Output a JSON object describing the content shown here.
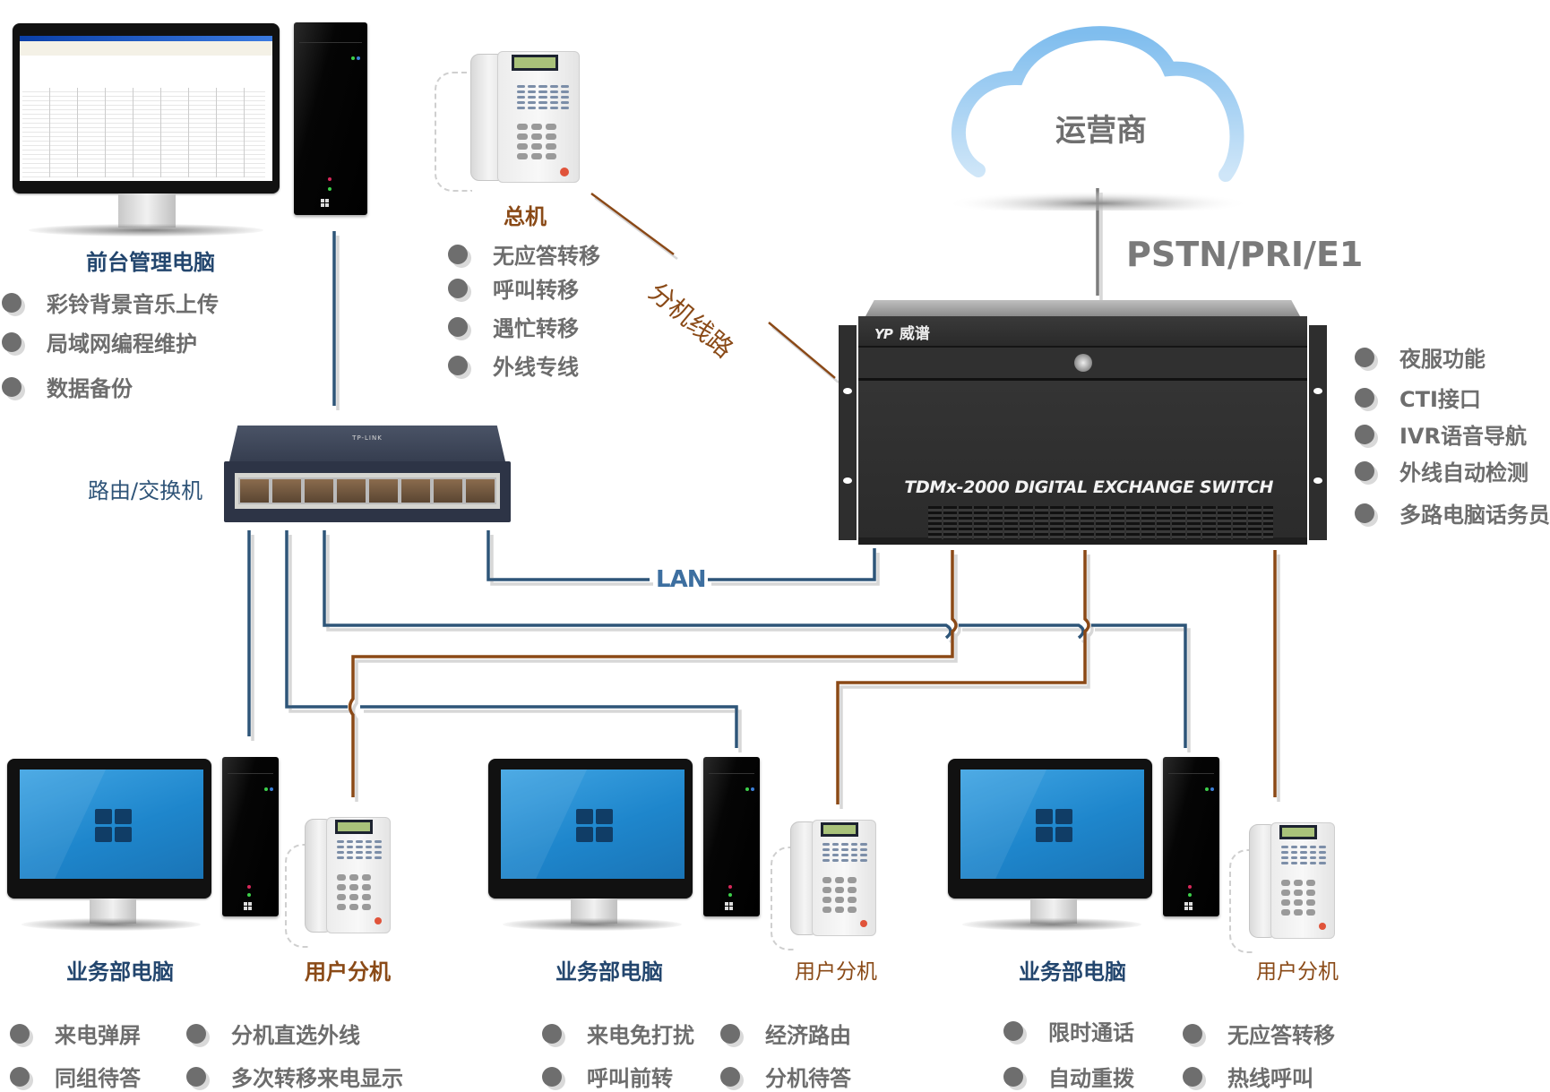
{
  "carrier": {
    "label": "运营商",
    "link_label": "PSTN/PRI/E1"
  },
  "exchange": {
    "brand_logo": "YP",
    "brand_name": "威谱",
    "model": "TDMx-2000 DIGITAL EXCHANGE SWITCH",
    "features": [
      "夜服功能",
      "CTI接口",
      "IVR语音导航",
      "外线自动检测",
      "多路电脑话务员"
    ]
  },
  "front_desk": {
    "label": "前台管理电脑",
    "features": [
      "彩铃背景音乐上传",
      "局域网编程维护",
      "数据备份"
    ]
  },
  "main_phone": {
    "label": "总机",
    "features": [
      "无应答转移",
      "呼叫转移",
      "遇忙转移",
      "外线专线"
    ]
  },
  "extension_line_label": "分机线路",
  "switch": {
    "label": "路由/交换机",
    "brand": "TP-LINK",
    "port_count": 8
  },
  "lan_label": "LAN",
  "groups": [
    {
      "pc_label": "业务部电脑",
      "phone_label": "用户分机",
      "features": [
        [
          "来电弹屏",
          "分机直选外线"
        ],
        [
          "同组待答",
          "多次转移来电显示"
        ]
      ]
    },
    {
      "pc_label": "业务部电脑",
      "phone_label": "用户分机",
      "features": [
        [
          "来电免打扰",
          "经济路由"
        ],
        [
          "呼叫前转",
          "分机待答"
        ]
      ]
    },
    {
      "pc_label": "业务部电脑",
      "phone_label": "用户分机",
      "features": [
        [
          "限时通话",
          "无应答转移"
        ],
        [
          "自动重拨",
          "热线呼叫"
        ]
      ]
    }
  ],
  "colors": {
    "lan_line": "#2f5478",
    "phone_line": "#8b4a17",
    "label_blue": "#23466e",
    "label_brown": "#8a4a17",
    "feature_text": "#6d6d6d",
    "cloud_blue": "#8cc4ee"
  }
}
